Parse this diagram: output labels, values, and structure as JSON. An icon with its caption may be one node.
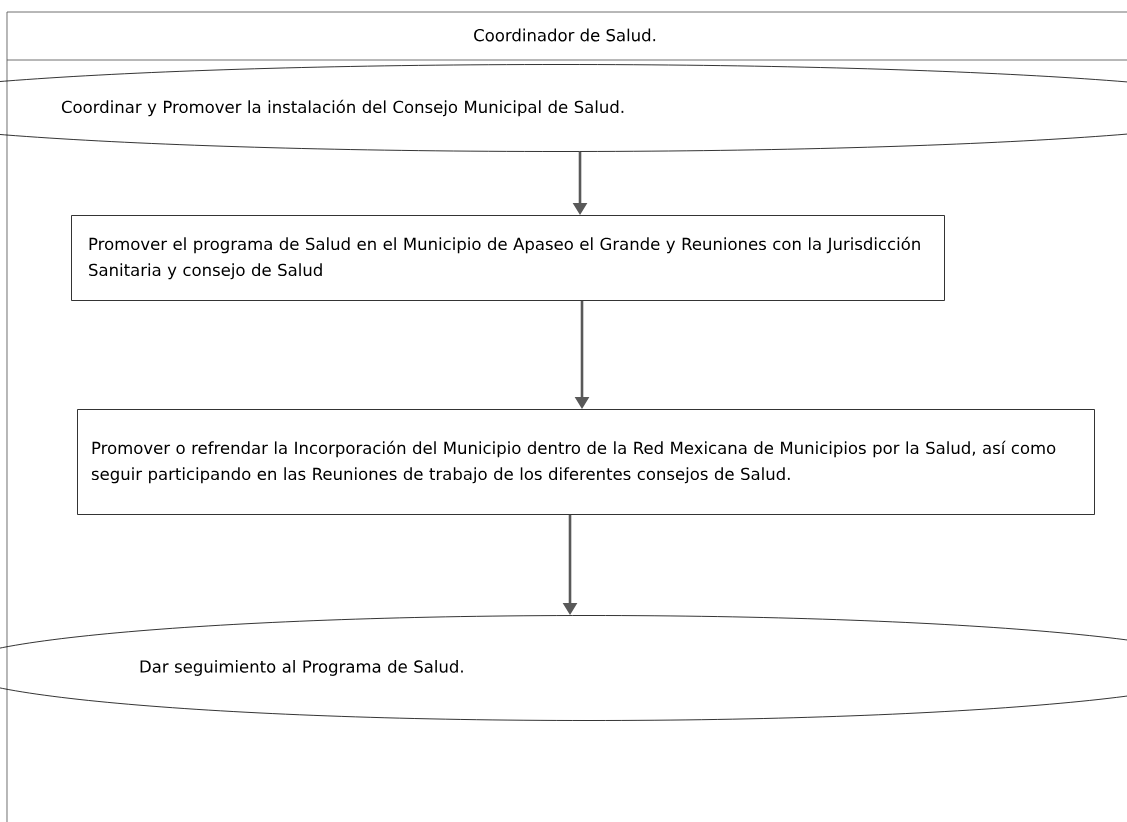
{
  "diagram": {
    "title": "Coordinador de Salud.",
    "nodes": [
      {
        "text": [
          "Coordinar y Promover la instalación del Consejo Municipal de Salud."
        ]
      },
      {
        "text": [
          "Promover el programa de Salud en el Municipio de Apaseo el Grande y Reuniones con la Jurisdicción Sanitaria y consejo de Salud"
        ]
      },
      {
        "text": [
          "Promover o refrendar la Incorporación del Municipio dentro de la Red Mexicana de Municipios por la Salud, así como seguir participando en las Reuniones de trabajo de los diferentes consejos de Salud."
        ]
      },
      {
        "text": [
          "Dar seguimiento al Programa de Salud."
        ]
      }
    ],
    "edges": [
      {
        "from": 0,
        "to": 1,
        "arrow": "to"
      },
      {
        "from": 1,
        "to": 2,
        "arrow": "to"
      },
      {
        "from": 2,
        "to": 3,
        "arrow": "to"
      }
    ]
  }
}
